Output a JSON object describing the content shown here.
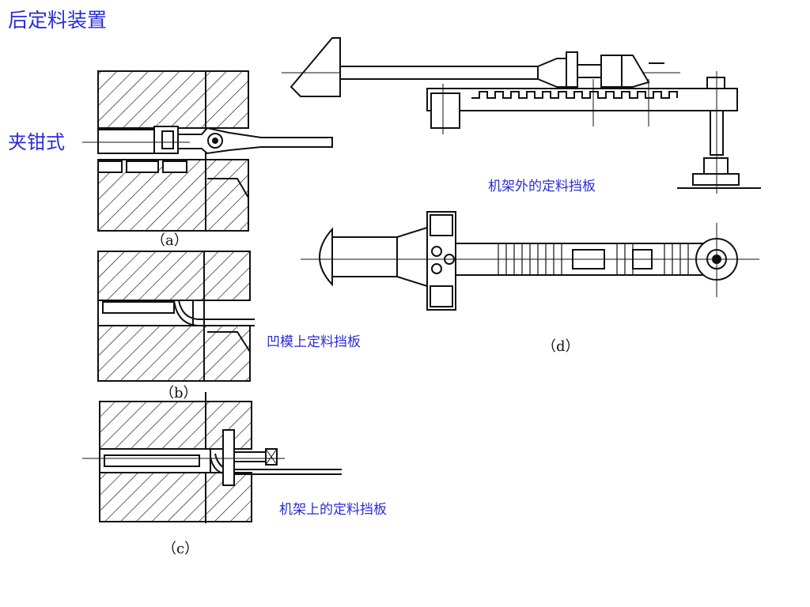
{
  "slide": {
    "title": "后定料装置",
    "subtitle": "夹钳式",
    "labels": {
      "frame_outside": "机架外的定料挡板",
      "die_top": "凹模上定料挡板",
      "frame_top": "机架上的定料挡板"
    },
    "captions": {
      "a": "（a）",
      "b": "（b）",
      "c": "（c）",
      "d": "（d）"
    }
  },
  "colors": {
    "accent_text": "#2b2bd6",
    "line": "#111111"
  }
}
